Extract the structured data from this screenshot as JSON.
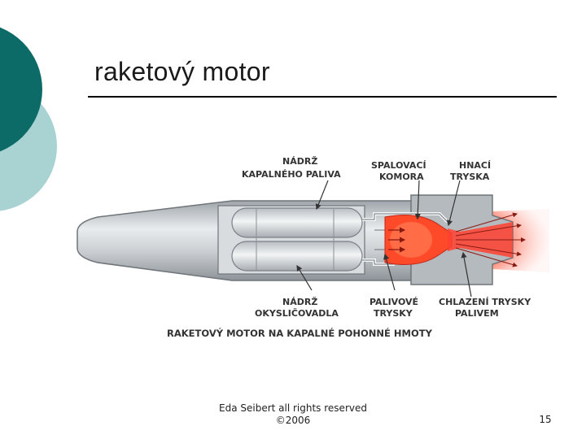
{
  "slide": {
    "title": "raketový motor",
    "footer_line1": "Eda Seibert all rights reserved",
    "footer_line2": "©2006",
    "page_number": "15"
  },
  "diagram": {
    "labels": {
      "fuel_tank_1": "NÁDRŽ",
      "fuel_tank_2": "KAPALNÉHO PALIVA",
      "combustion_1": "SPALOVACÍ",
      "combustion_2": "KOMORA",
      "nozzle_1": "HNACÍ",
      "nozzle_2": "TRYSKA",
      "oxidizer_1": "NÁDRŽ",
      "oxidizer_2": "OKYSLIČOVADLA",
      "injectors_1": "PALIVOVÉ",
      "injectors_2": "TRYSKY",
      "cooling_1": "CHLAZENÍ TRYSKY",
      "cooling_2": "PALIVEM",
      "caption": "RAKETOVÝ MOTOR NA KAPALNÉ POHONNÉ HMOTY"
    }
  },
  "colors": {
    "decor_dark": "#0d6b67",
    "decor_light": "#a9d2d3",
    "flame": "#ff3a1e",
    "body_gray": "#c4c8cc"
  }
}
